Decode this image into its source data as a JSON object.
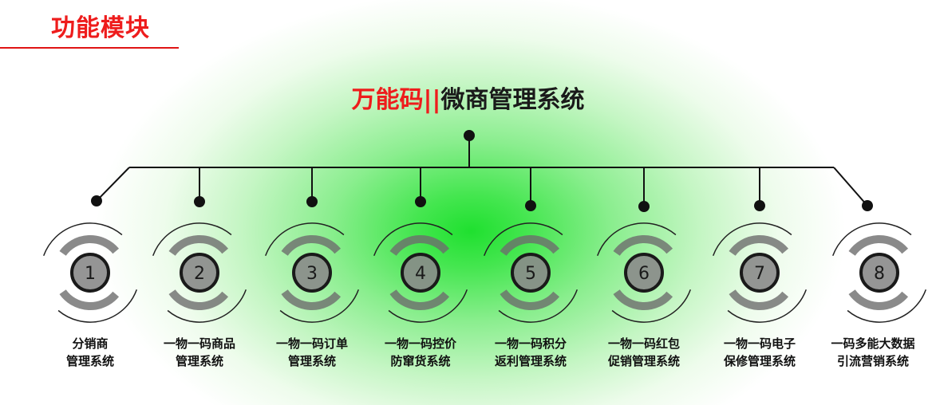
{
  "section_title": "功能模块",
  "main_title": {
    "brand": "万能码",
    "separator": "||",
    "system": "微商管理系统"
  },
  "modules": [
    {
      "number": "1",
      "line1": "分销商",
      "line2": "管理系统"
    },
    {
      "number": "2",
      "line1": "一物一码商品",
      "line2": "管理系统"
    },
    {
      "number": "3",
      "line1": "一物一码订单",
      "line2": "管理系统"
    },
    {
      "number": "4",
      "line1": "一物一码控价",
      "line2": "防窜货系统"
    },
    {
      "number": "5",
      "line1": "一物一码积分",
      "line2": "返利管理系统"
    },
    {
      "number": "6",
      "line1": "一物一码红包",
      "line2": "促销管理系统"
    },
    {
      "number": "7",
      "line1": "一物一码电子",
      "line2": "保修管理系统"
    },
    {
      "number": "8",
      "line1": "一码多能大数据",
      "line2": "引流营销系统"
    }
  ],
  "colors": {
    "accent_red": "#ee1c1c",
    "glow_green": "#1fe02f",
    "line_dark": "#111111",
    "node_gray": "#8a8a8a"
  }
}
